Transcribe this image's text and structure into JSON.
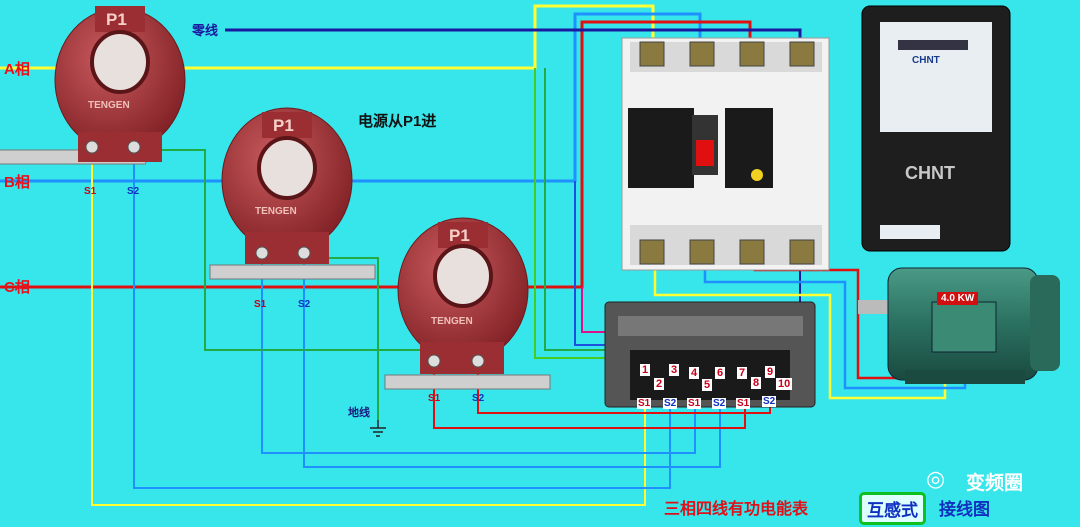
{
  "labels": {
    "phase_a": "A相",
    "phase_b": "B相",
    "phase_c": "C相",
    "neutral": "零线",
    "power_note": "电源从P1进",
    "ground": "地线",
    "ct_primary": "P1",
    "ct_brand": "TENGEN",
    "s1": "S1",
    "s2": "S2"
  },
  "meter_terminals": [
    "1",
    "2",
    "3",
    "4",
    "5",
    "6",
    "7",
    "8",
    "9",
    "10"
  ],
  "meter_terminal_labels": [
    "S1",
    "S2",
    "S1",
    "S2",
    "S1",
    "S2"
  ],
  "energy_meter": {
    "brand": "CHNT"
  },
  "motor": {
    "rating": "4.0 KW"
  },
  "footer": {
    "title": "三相四线有功电能表",
    "boxed": "互感式",
    "suffix": "接线图",
    "watermark": "变频圈"
  },
  "colors": {
    "background": "#37e6ea",
    "phase_a": "#ffff33",
    "phase_b": "#1e90ff",
    "phase_c": "#e01010",
    "neutral": "#1a1aa0",
    "ct_body": "#a8363a"
  }
}
